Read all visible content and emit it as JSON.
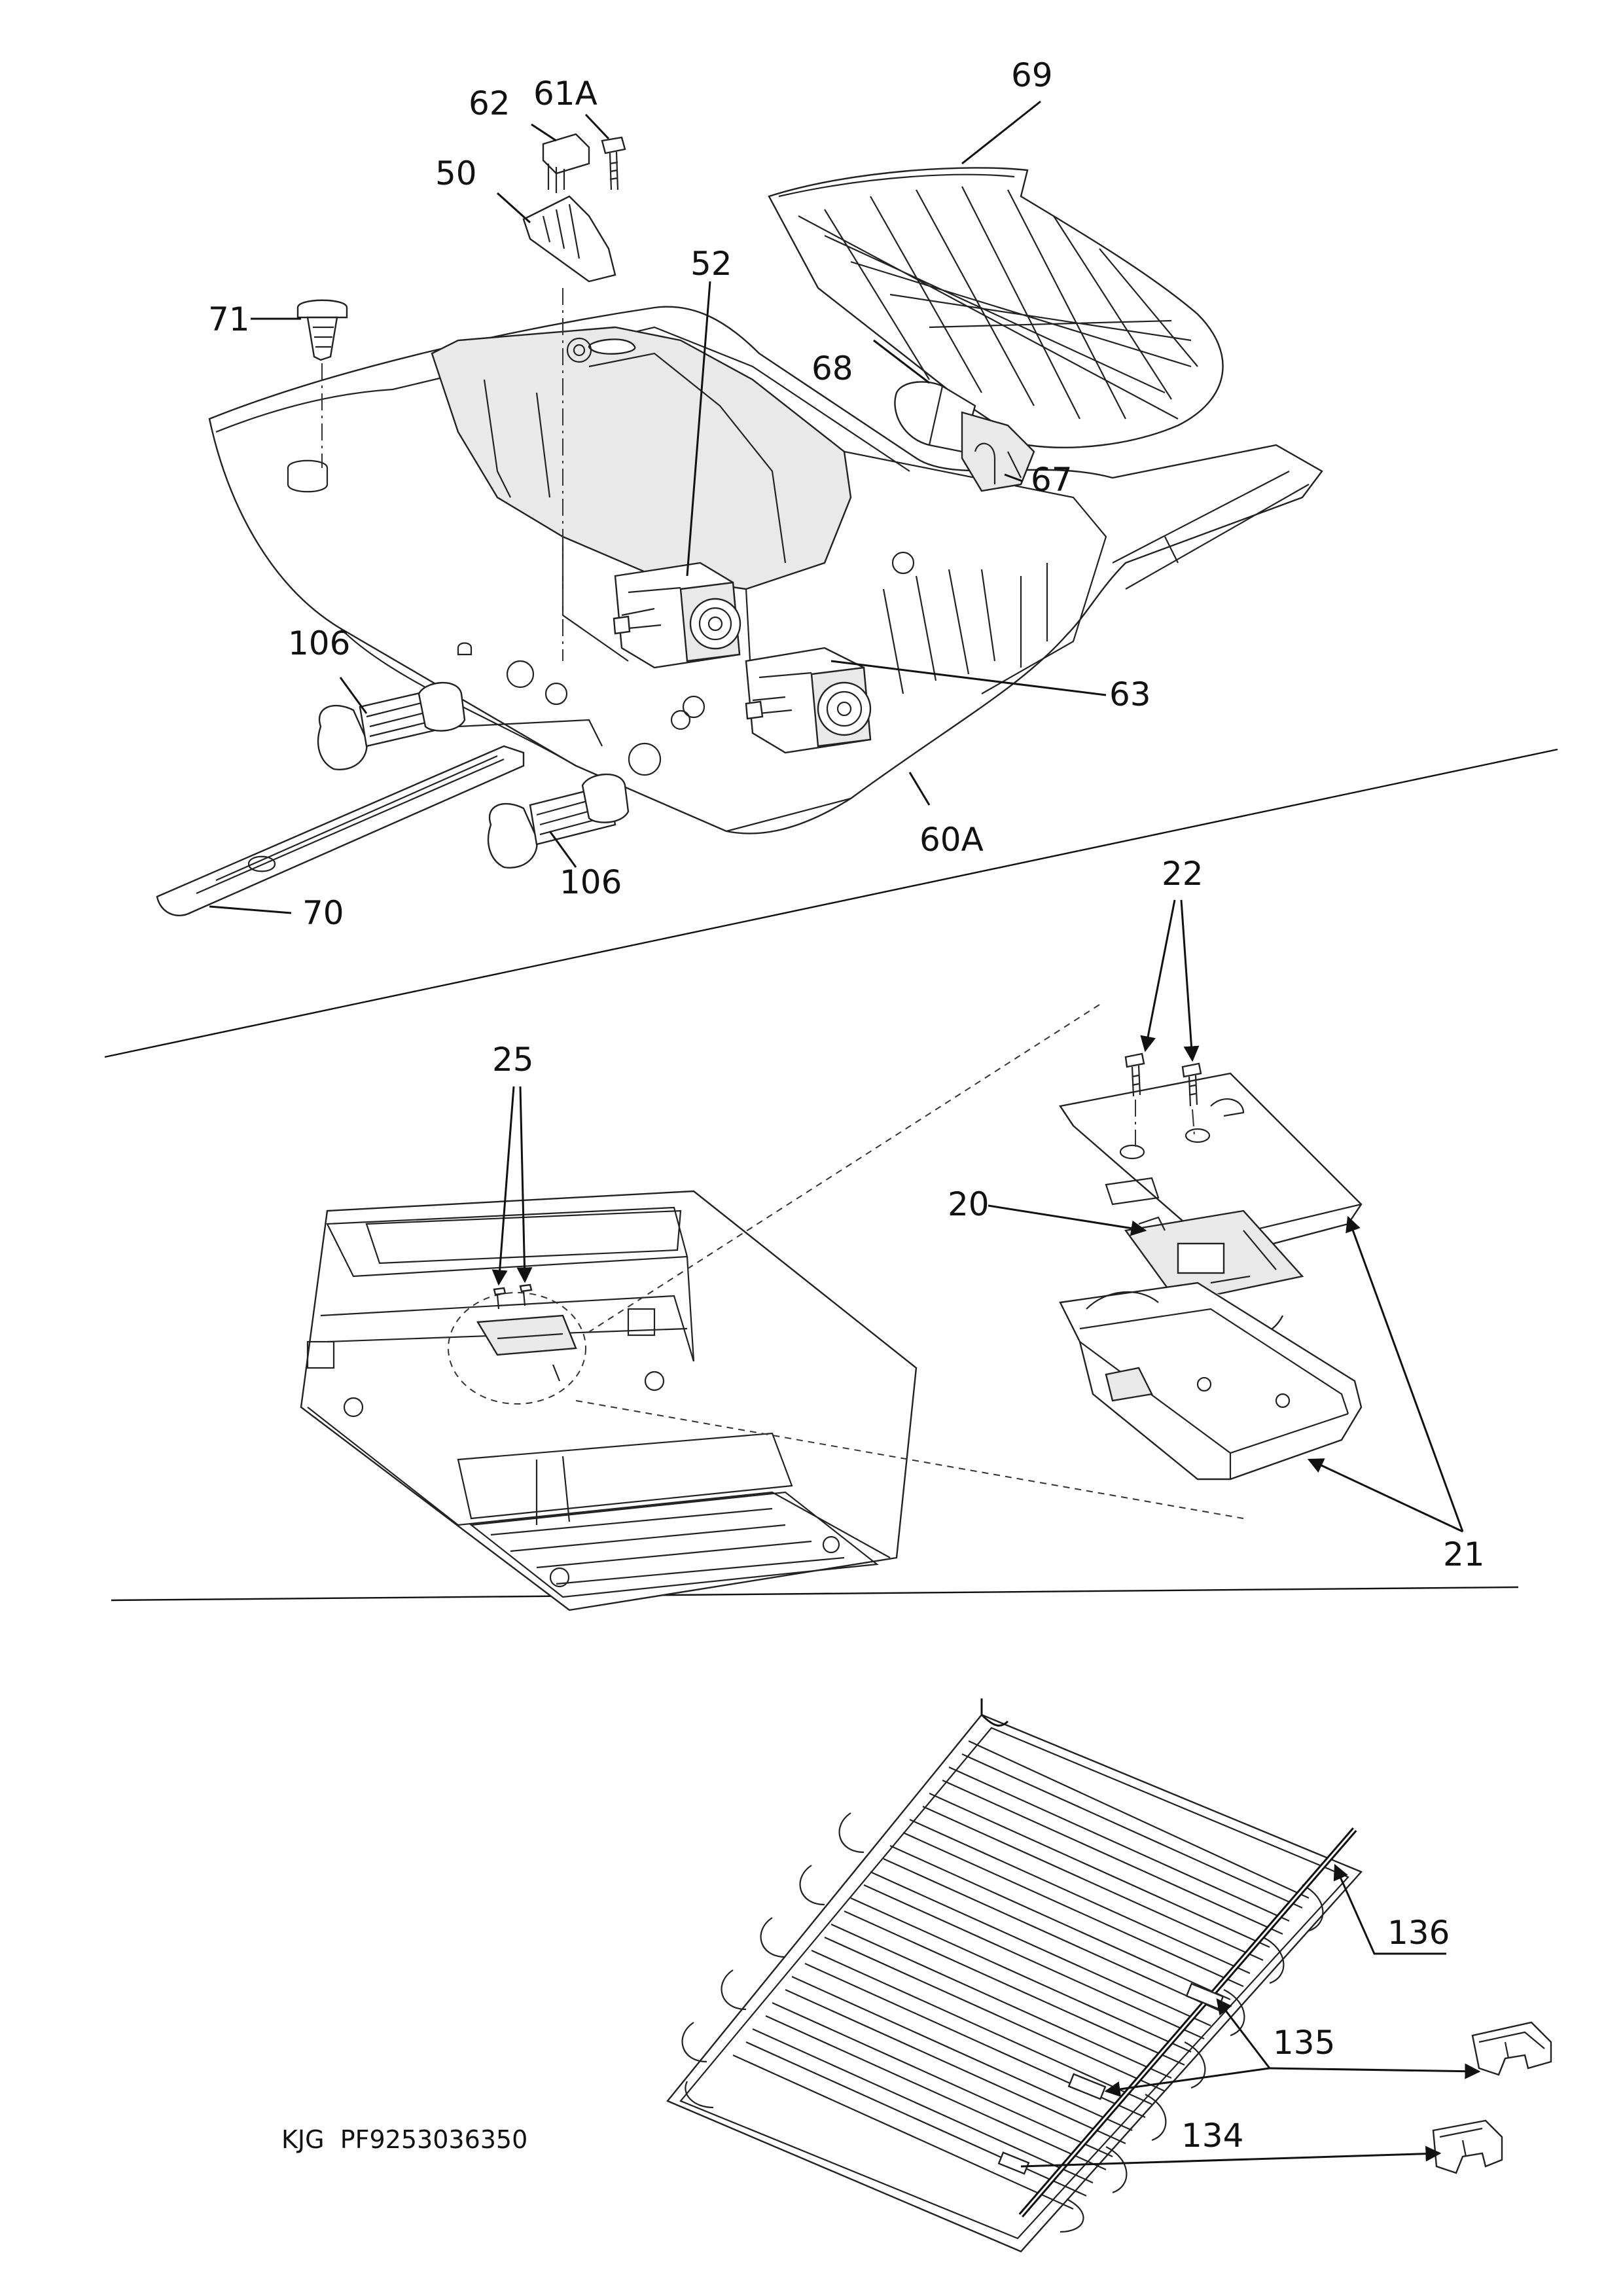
{
  "document": {
    "footer_code": "KJG  PF9253036350"
  },
  "callouts": {
    "c62": "62",
    "c61A": "61A",
    "c50": "50",
    "c69": "69",
    "c52": "52",
    "c71": "71",
    "c68": "68",
    "c67": "67",
    "c106a": "106",
    "c63": "63",
    "c60A": "60A",
    "c106b": "106",
    "c70": "70",
    "c22": "22",
    "c25": "25",
    "c20": "20",
    "c21": "21",
    "c136": "136",
    "c135": "135",
    "c134": "134"
  }
}
